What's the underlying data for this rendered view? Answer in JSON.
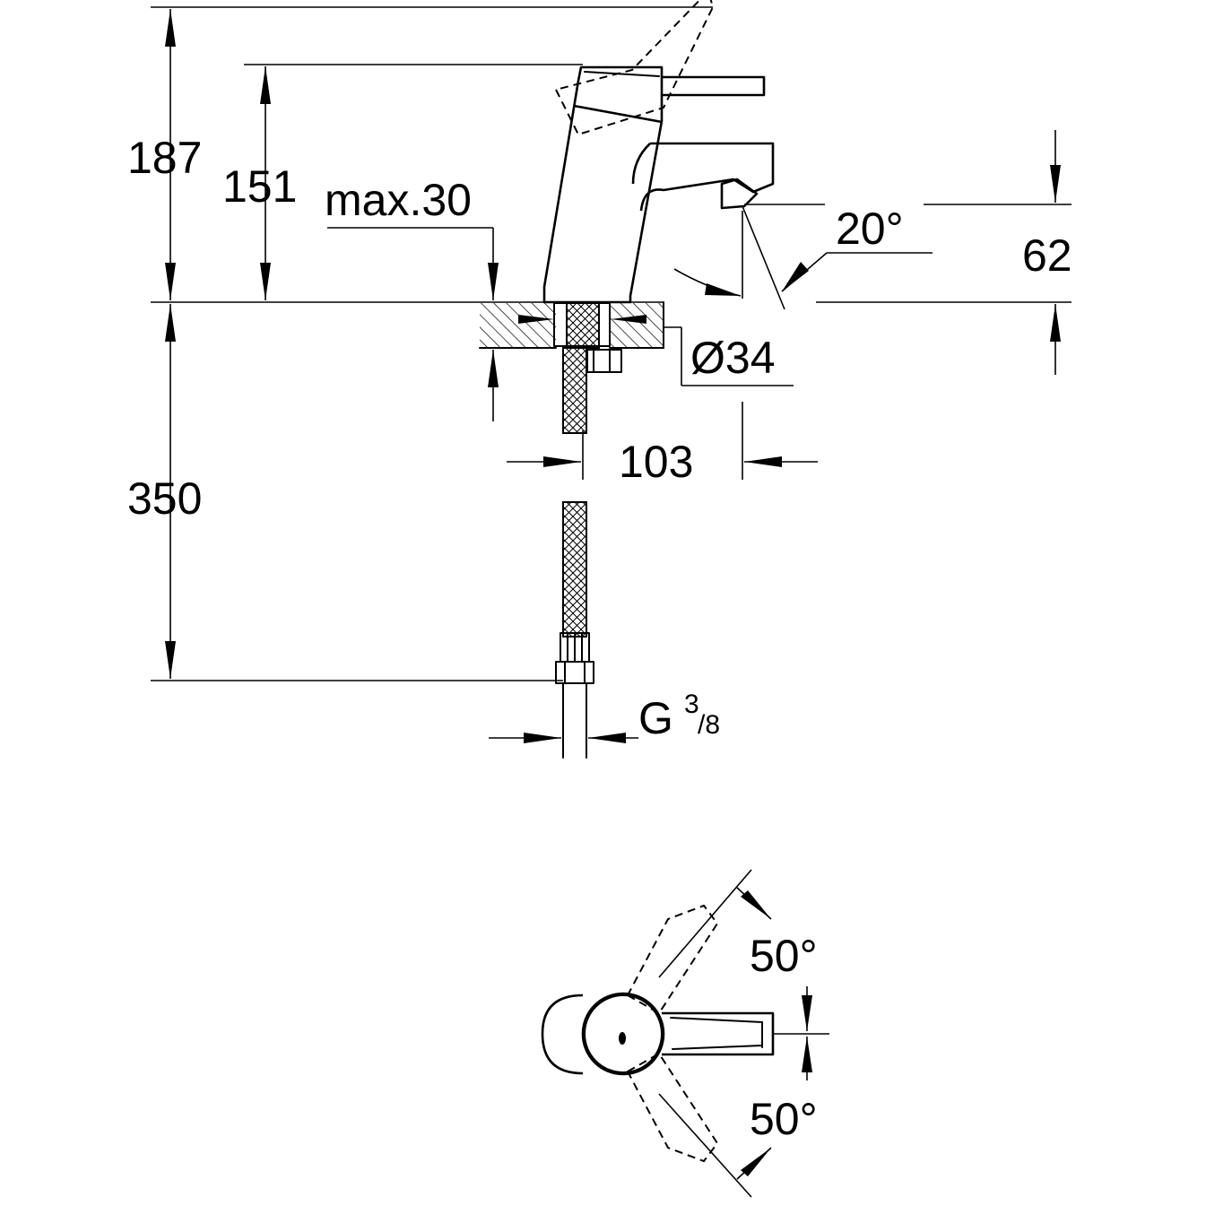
{
  "dimensions": {
    "total_height": "187",
    "spout_height": "151",
    "max_deck": "max.30",
    "outlet_angle": "20°",
    "outlet_height": "62",
    "hole_diameter": "Ø34",
    "reach": "103",
    "hose_length": "350",
    "thread_main": "G",
    "thread_num": "3",
    "thread_den": "/8",
    "handle_angle_top": "50°",
    "handle_angle_bottom": "50°"
  }
}
